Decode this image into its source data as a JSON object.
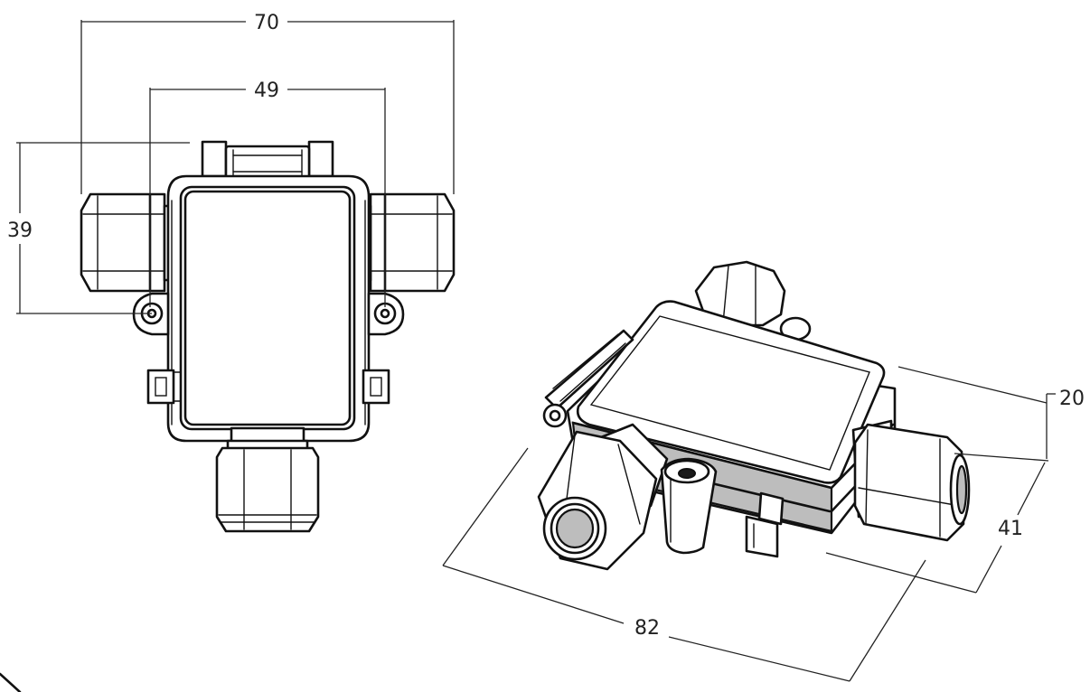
{
  "dimensions": {
    "front_width_overall": "70",
    "front_width_inner": "49",
    "front_height": "39",
    "iso_height": "20",
    "iso_depth": "41",
    "iso_length": "82"
  },
  "colors": {
    "line": "#111111",
    "background": "#ffffff"
  }
}
